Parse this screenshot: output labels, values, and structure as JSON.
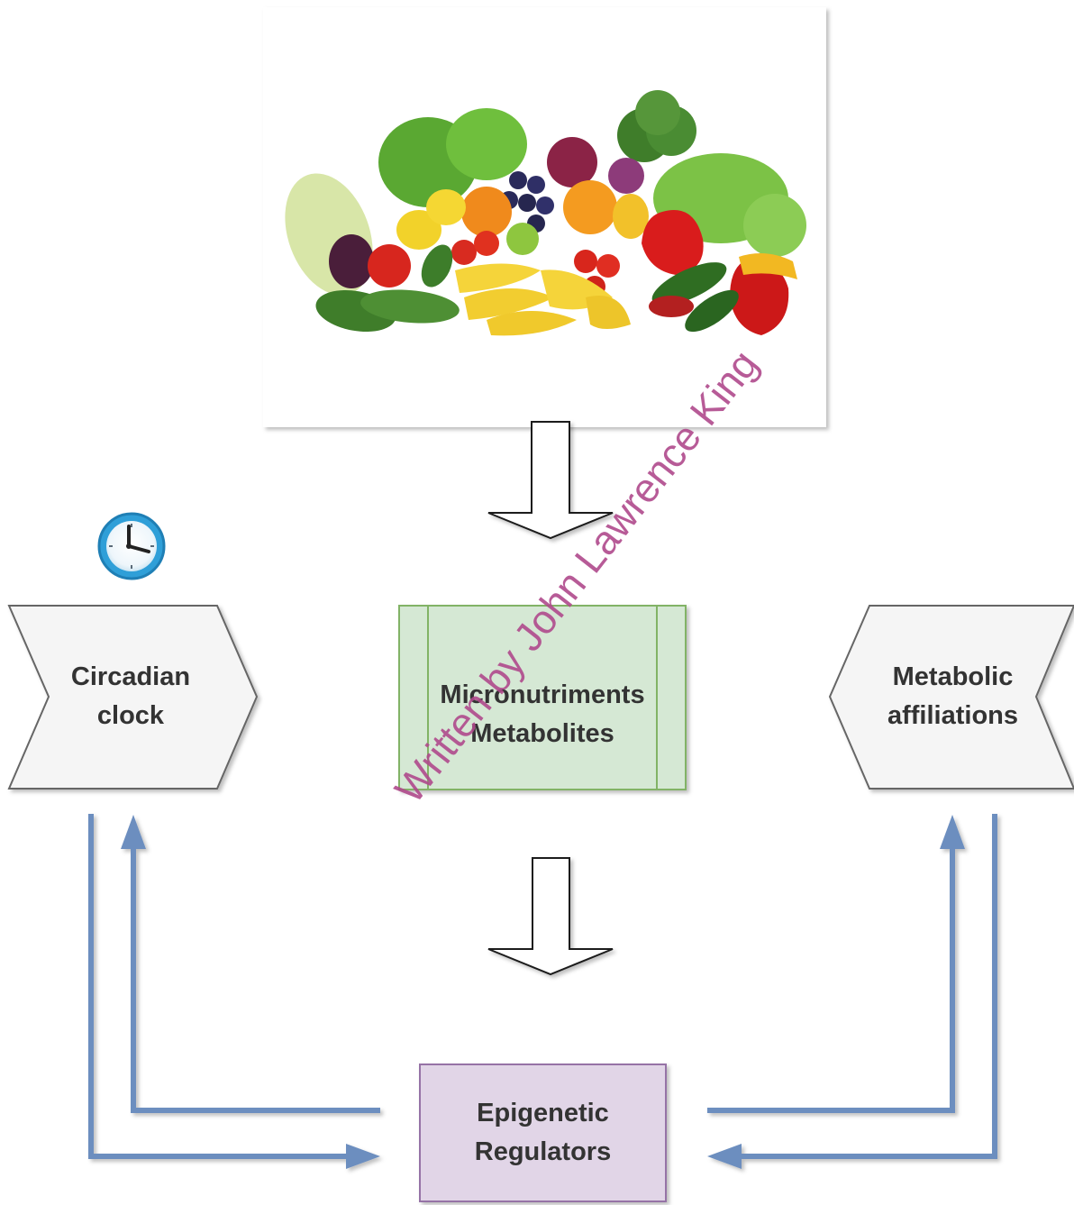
{
  "diagram": {
    "nodes": {
      "food_image": {
        "icon": "fruits-vegetables-image"
      },
      "clock_icon": {
        "icon": "clock-icon"
      },
      "circadian_clock": {
        "line1": "Circadian",
        "line2": "clock"
      },
      "micronutriments": {
        "line1": "Micronutriments",
        "line2": "Metabolites"
      },
      "metabolic": {
        "line1": "Metabolic",
        "line2": "affiliations"
      },
      "epigenetic": {
        "line1": "Epigenetic",
        "line2": "Regulators"
      }
    },
    "edges": [
      {
        "from": "food_image",
        "to": "micronutriments",
        "style": "hollow-arrow"
      },
      {
        "from": "micronutriments",
        "to": "epigenetic",
        "style": "hollow-arrow"
      },
      {
        "from": "epigenetic",
        "to": "circadian_clock",
        "style": "connector"
      },
      {
        "from": "circadian_clock",
        "to": "epigenetic",
        "style": "connector"
      },
      {
        "from": "epigenetic",
        "to": "metabolic",
        "style": "connector"
      },
      {
        "from": "metabolic",
        "to": "epigenetic",
        "style": "connector"
      }
    ],
    "colors": {
      "connector": "#6c8ebf",
      "process_fill": "#d5e8d4",
      "process_stroke": "#82b366",
      "regulator_fill": "#e1d5e7",
      "regulator_stroke": "#9673a6",
      "step_fill": "#f5f5f5",
      "step_stroke": "#666666",
      "clock_face": "#2f9fd8"
    },
    "watermark": "Written by John Lawrence King"
  }
}
